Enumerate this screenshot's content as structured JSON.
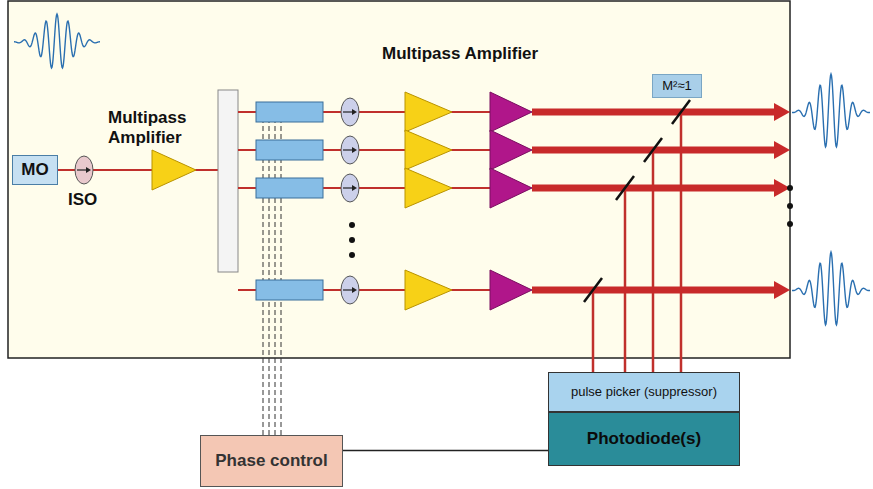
{
  "diagram": {
    "nodes": [
      {
        "text": [
          "MO"
        ]
      },
      {
        "text": [
          "M²≈1"
        ]
      },
      {
        "text": [
          "pulse picker (suppressor)"
        ]
      },
      {
        "text": [
          "Photodiode(s)"
        ]
      },
      {
        "text": [
          "Phase control"
        ]
      }
    ],
    "edges": [
      {
        "from": 4,
        "to": 3,
        "arrow": "none"
      }
    ],
    "labels": [
      "Multipass Amplifier",
      "Multipass Amplifier",
      "ISO"
    ]
  }
}
